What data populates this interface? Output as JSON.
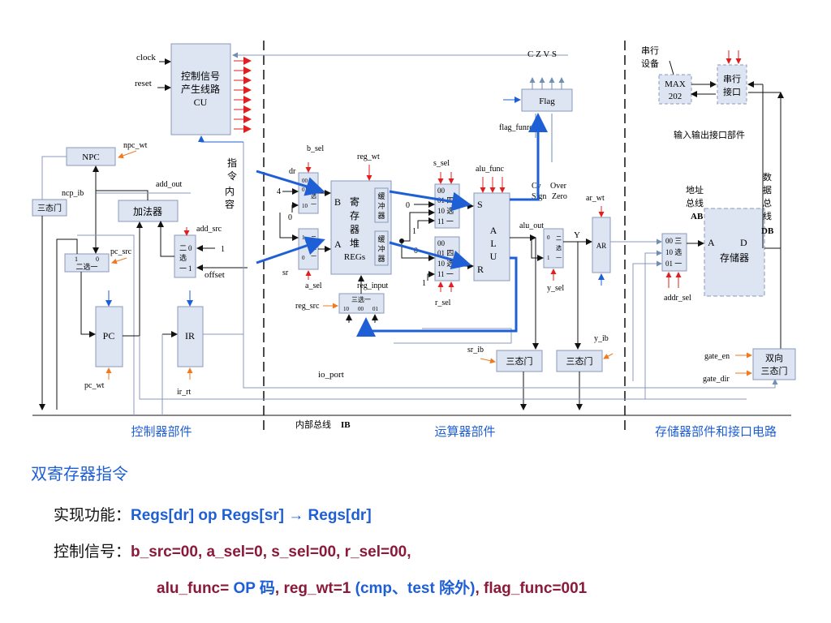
{
  "diagram": {
    "cu": {
      "lines": [
        "控制信号",
        "产生线路",
        "CU"
      ],
      "inputs": [
        "clock",
        "reset"
      ]
    },
    "npc": {
      "label": "NPC",
      "signal": "npc_wt",
      "ib_signal": "ncp_ib"
    },
    "tristate": "三态门",
    "adder": {
      "label": "加法器",
      "out": "add_out",
      "src": "add_src",
      "mux": [
        "二",
        "选",
        "一"
      ],
      "in0": "0",
      "in1": "1",
      "const": "1",
      "offset": "offset"
    },
    "pc": {
      "label": "PC",
      "signal": "pc_wt",
      "mux_label": "二选一",
      "mux_src": "pc_src",
      "mux_in": [
        "1",
        "0"
      ]
    },
    "ir": {
      "label": "IR",
      "signal": "ir_rt"
    },
    "instr_content": [
      "指",
      "令",
      "内",
      "容"
    ],
    "regs": {
      "lines": [
        "寄",
        "存",
        "器",
        "堆",
        "REGs"
      ],
      "port_b": "B",
      "port_a": "A",
      "buffer": [
        "缓",
        "冲",
        "器"
      ],
      "wt": "reg_wt",
      "input": "reg_input",
      "src": "reg_src",
      "src_mux": "三选一",
      "src_mux_in": [
        "10",
        "00",
        "01"
      ]
    },
    "bsel_mux": {
      "signal": "b_sel",
      "dr": "dr",
      "four": "4",
      "zero": "0",
      "lines": [
        "00",
        "01",
        "10",
        "三",
        "选",
        "一"
      ]
    },
    "asel_mux": {
      "signal": "a_sel",
      "sr": "sr",
      "lines": [
        "1",
        "0",
        "二",
        "选",
        "一"
      ]
    },
    "s_mux": {
      "signal": "s_sel",
      "lines": [
        "00",
        "01 四",
        "10 选",
        "11 一"
      ],
      "in0": "0",
      "in1": "1"
    },
    "r_mux": {
      "signal": "r_sel",
      "lines": [
        "00",
        "01 四",
        "10 选",
        "11 一"
      ],
      "in0": "0",
      "in1": "1"
    },
    "alu": {
      "lines": [
        "A",
        "L",
        "U"
      ],
      "s": "S",
      "r": "R",
      "func": "alu_func",
      "flags_out": [
        "Cy",
        "Over",
        "Sign",
        "Zero"
      ],
      "out": "alu_out"
    },
    "flag": {
      "label": "Flag",
      "func": "flag_funrc",
      "bits": "C Z V S"
    },
    "y_mux": {
      "signal": "y_sel",
      "lines": [
        "0",
        "1",
        "二",
        "选",
        "一"
      ],
      "y": "Y"
    },
    "ar": {
      "label": "AR",
      "signal": "ar_wt"
    },
    "tristate_sr": "sr_ib",
    "tristate_y": "y_ib",
    "io_port": "io_port",
    "addr_mux": {
      "signal": "addr_sel",
      "lines": [
        "00 三",
        "10 选",
        "01 一"
      ]
    },
    "memory": {
      "label": "存储器",
      "a": "A",
      "d": "D",
      "abus": [
        "地址",
        "总线",
        "AB"
      ],
      "dbus": [
        "数",
        "据",
        "总",
        "线",
        "DB"
      ]
    },
    "serial": {
      "device": [
        "串行",
        "设备"
      ],
      "max": [
        "MAX",
        "202"
      ],
      "port": [
        "串行",
        "接口"
      ],
      "caption": "输入输出接口部件"
    },
    "bidir": {
      "lines": [
        "双向",
        "三态门"
      ],
      "en": "gate_en",
      "dir": "gate_dir"
    },
    "sections": {
      "controller": "控制器部件",
      "ib": "内部总线",
      "ib_bold": "IB",
      "alu": "运算器部件",
      "memory": "存储器部件和接口电路"
    }
  },
  "text": {
    "title": "双寄存器指令",
    "func_label": "实现功能：",
    "func_value": "Regs[dr]  op  Regs[sr] → Regs[dr]",
    "ctrl_label": "控制信号：",
    "ctrl_line1": "b_src=00,   a_sel=0,   s_sel=00,   r_sel=00,",
    "ctrl_line2_a": "alu_func= ",
    "ctrl_line2_b": " OP 码",
    "ctrl_line2_c": ",   reg_wt=1 ",
    "ctrl_line2_d": "(cmp、test 除外)",
    "ctrl_line2_e": ",   flag_func=001"
  }
}
